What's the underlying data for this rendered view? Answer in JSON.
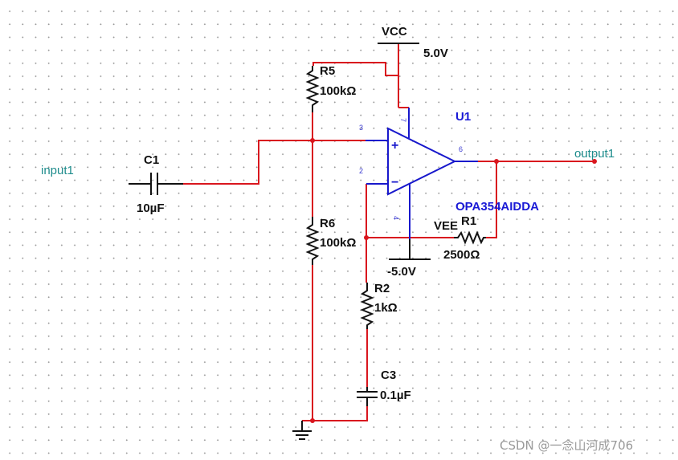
{
  "labels": {
    "vcc": "VCC",
    "vcc_value": "5.0V",
    "r5": "R5",
    "r5_value": "100kΩ",
    "u1": "U1",
    "u1_model": "OPA354AIDDA",
    "c1": "C1",
    "c1_value": "10µF",
    "input": "input1",
    "output": "output1",
    "r6": "R6",
    "r6_value": "100kΩ",
    "vee": "VEE",
    "vee_value": "-5.0V",
    "r1": "R1",
    "r1_value": "2500Ω",
    "r2": "R2",
    "r2_value": "1kΩ",
    "c3": "C3",
    "c3_value": "0.1µF",
    "pin3": "3",
    "pin2": "2",
    "pin7": "7",
    "pin4": "4",
    "pin6": "6",
    "plus": "+",
    "minus": "−"
  },
  "watermark": "CSDN @一念山河成706",
  "colors": {
    "wire": "#d9161e",
    "component": "#111111",
    "opamp": "#1818cc",
    "net_label": "#1e8c8c"
  }
}
